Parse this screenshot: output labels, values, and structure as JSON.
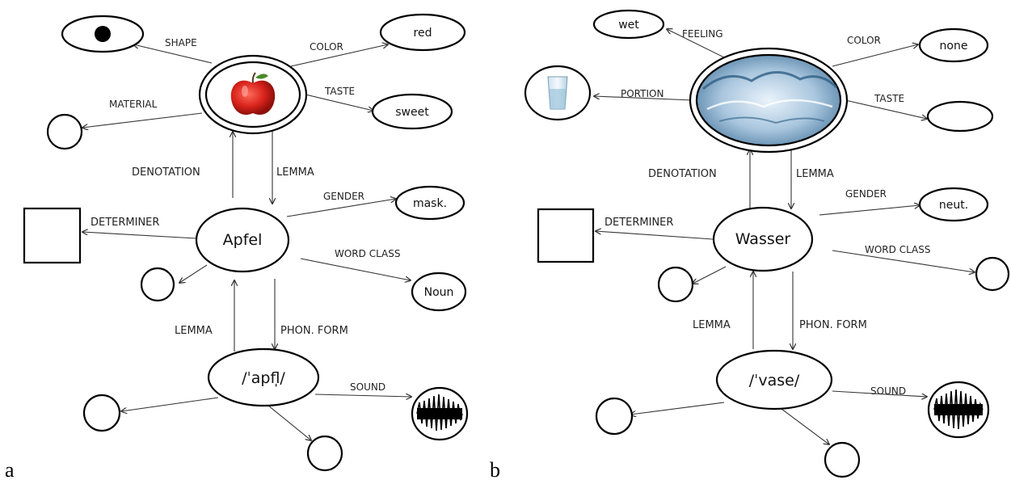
{
  "panel_a": {
    "letter": "a",
    "center_word": "Apfel",
    "phon_word": "/ˈapfl̩/",
    "nodes": {
      "color_value": "red",
      "taste_value": "sweet",
      "gender_value": "mask.",
      "word_class_value": "Noun"
    },
    "labels": {
      "shape": "SHAPE",
      "color": "COLOR",
      "taste": "TASTE",
      "material": "MATERIAL",
      "denotation": "DENOTATION",
      "lemma_down": "LEMMA",
      "gender": "GENDER",
      "determiner": "DETERMINER",
      "word_class": "WORD CLASS",
      "lemma_up": "LEMMA",
      "phon_form": "PHON. FORM",
      "sound": "SOUND"
    }
  },
  "panel_b": {
    "letter": "b",
    "center_word": "Wasser",
    "phon_word": "/ˈvase/",
    "nodes": {
      "feeling_value": "wet",
      "color_value": "none",
      "gender_value": "neut."
    },
    "labels": {
      "feeling": "FEELING",
      "color": "COLOR",
      "portion": "PORTION",
      "taste": "TASTE",
      "denotation": "DENOTATION",
      "lemma_down": "LEMMA",
      "gender": "GENDER",
      "determiner": "DETERMINER",
      "word_class": "WORD CLASS",
      "lemma_up": "LEMMA",
      "phon_form": "PHON. FORM",
      "sound": "SOUND"
    }
  },
  "icons": {
    "shape_node": "black-dot-in-ellipse-icon",
    "apple": "red-apple-icon",
    "water": "water-splash-icon",
    "glass": "water-glass-icon",
    "sound": "sound-waveform-icon"
  }
}
